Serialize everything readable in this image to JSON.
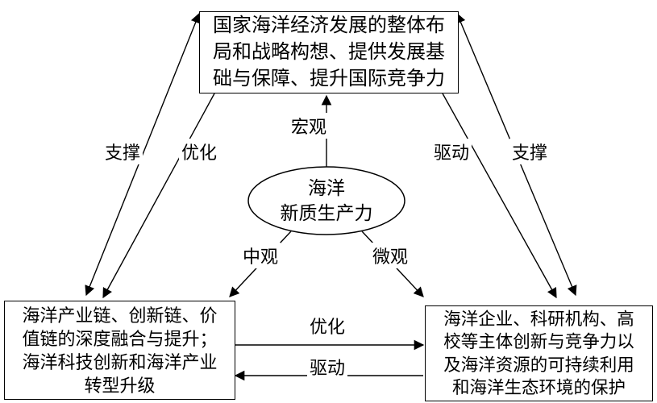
{
  "diagram": {
    "top_box": {
      "text": "国家海洋经济发展的整体布\n局和战略构想、提供发展基\n础与保障、提升国际竞争力"
    },
    "ellipse": {
      "text": "海洋\n新质生产力"
    },
    "bottom_left_box": {
      "text": "海洋产业链、创新链、价\n值链的深度融合与提升；\n海洋科技创新和海洋产业\n转型升级"
    },
    "bottom_right_box": {
      "text": "海洋企业、科研机构、高\n校等主体创新与竞争力以\n及海洋资源的可持续利用\n和海洋生态环境的保护"
    },
    "labels": {
      "support_left": "支撑",
      "optimize_left": "优化",
      "macro": "宏观",
      "drive_right": "驱动",
      "support_right": "支撑",
      "meso": "中观",
      "micro": "微观",
      "optimize_bottom": "优化",
      "drive_bottom": "驱动"
    },
    "colors": {
      "line": "#000000",
      "background": "#ffffff"
    }
  }
}
